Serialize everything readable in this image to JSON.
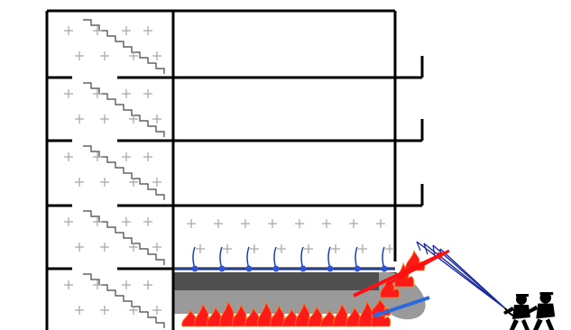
{
  "diagram": {
    "floors": 5,
    "fire_floor": 1,
    "ceiling_sprinkler_heads": 8,
    "firefighter_count": 2,
    "hose_streams": 4
  },
  "colors": {
    "background": "#ffffff",
    "walls": "#000000",
    "plus_marks": "#aaaaaa",
    "stairs": "#444444",
    "smoke_dark": "#505050",
    "smoke_light": "#9a9a9a",
    "fire": "#ff1a1a",
    "fire_outline": "#ff7b1a",
    "sprinkler_pipe": "#1f3fa8",
    "sprinkler_head": "#2f55d4",
    "flow_arrow_up": "#ff1010",
    "flow_arrow_in": "#2a6ae0",
    "hose_stream": "#1a2a9a",
    "firefighters": "#000000"
  },
  "icons": {
    "firefighters": "firefighters-with-hose-icon",
    "flame": "flame-icon",
    "sprinkler": "sprinkler-head-icon"
  }
}
